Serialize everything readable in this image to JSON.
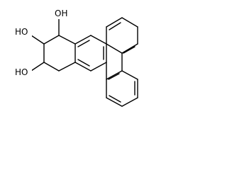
{
  "molecule": {
    "labels": {
      "oh_top": "OH",
      "ho_middle": "HO",
      "ho_bottom": "HO"
    }
  }
}
